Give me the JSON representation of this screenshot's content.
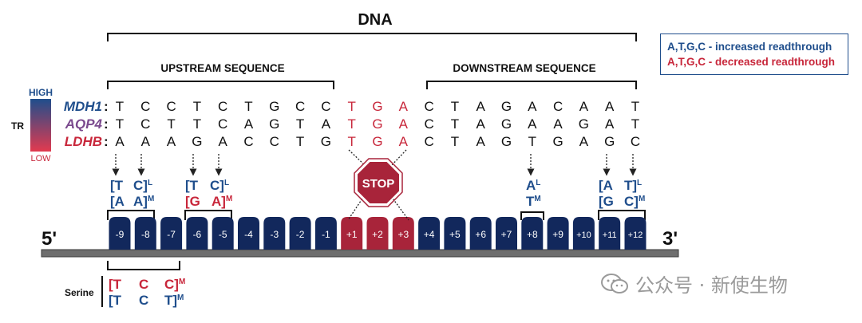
{
  "title": "DNA",
  "upstream_label": "UPSTREAM SEQUENCE",
  "downstream_label": "DOWNSTREAM SEQUENCE",
  "legend": {
    "increased": "A,T,G,C - increased readthrough",
    "decreased": "A,T,G,C - decreased readthrough"
  },
  "colors": {
    "blue": "#1f4e8c",
    "red": "#c8273b",
    "navy": "#12285c",
    "stop_red": "#a8243a"
  },
  "tr_scale": {
    "label": "TR",
    "high": "HIGH",
    "low": "LOW"
  },
  "genes": [
    {
      "name": "MDH1",
      "color": "#1f4e8c",
      "bases": [
        "T",
        "C",
        "C",
        "T",
        "C",
        "T",
        "G",
        "C",
        "C",
        "T",
        "G",
        "A",
        "C",
        "T",
        "A",
        "G",
        "A",
        "C",
        "A",
        "A",
        "T"
      ]
    },
    {
      "name": "AQP4",
      "color": "#7b4a8e",
      "bases": [
        "T",
        "C",
        "T",
        "T",
        "C",
        "A",
        "G",
        "T",
        "A",
        "T",
        "G",
        "A",
        "C",
        "T",
        "A",
        "G",
        "A",
        "A",
        "G",
        "A",
        "T"
      ]
    },
    {
      "name": "LDHB",
      "color": "#c8273b",
      "bases": [
        "A",
        "A",
        "A",
        "G",
        "A",
        "C",
        "C",
        "T",
        "G",
        "T",
        "G",
        "A",
        "C",
        "T",
        "A",
        "G",
        "T",
        "G",
        "A",
        "G",
        "C"
      ]
    }
  ],
  "stop_sign": "STOP",
  "positions": [
    "-9",
    "-8",
    "-7",
    "-6",
    "-5",
    "-4",
    "-3",
    "-2",
    "-1",
    "+1",
    "+2",
    "+3",
    "+4",
    "+5",
    "+6",
    "+7",
    "+8",
    "+9",
    "+10",
    "+11",
    "+12"
  ],
  "end_5": "5'",
  "end_3": "3'",
  "serine_label": "Serine",
  "watermark": "公众号 · 新使生物"
}
